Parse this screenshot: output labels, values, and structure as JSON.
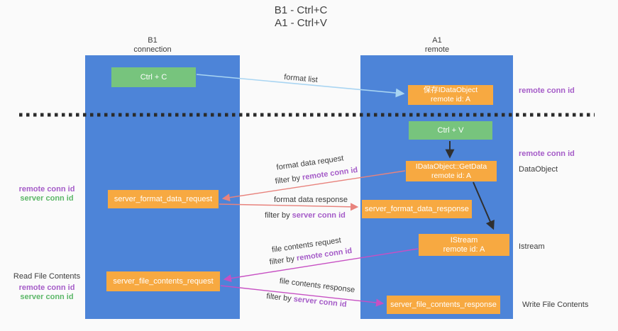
{
  "title": {
    "line1": "B1 - Ctrl+C",
    "line2": "A1 - Ctrl+V"
  },
  "lanes": {
    "left": {
      "name": "B1",
      "role": "connection"
    },
    "right": {
      "name": "A1",
      "role": "remote"
    }
  },
  "nodes": {
    "ctrl_c": {
      "label": "Ctrl + C"
    },
    "ctrl_v": {
      "label": "Ctrl + V"
    },
    "save_idataobject": {
      "line1": "保存IDataObject",
      "line2": "remote id: A"
    },
    "getdata": {
      "line1": "IDataObject::GetData",
      "line2": "remote id: A"
    },
    "istream": {
      "line1": "IStream",
      "line2": "remote id: A"
    },
    "format_request": {
      "label": "server_format_data_request"
    },
    "format_response": {
      "label": "server_format_data_response"
    },
    "file_request": {
      "label": "server_file_contents_request"
    },
    "file_response": {
      "label": "server_file_contents_response"
    }
  },
  "edge_labels": {
    "format_list": "format list",
    "format_data_request": "format data request",
    "format_data_response": "format data response",
    "file_contents_request": "file contents request",
    "file_contents_response": "file contents response",
    "filter_by": "filter by",
    "remote_conn_id": "remote conn id",
    "server_conn_id": "server conn id"
  },
  "side_labels": {
    "remote_conn_id": "remote conn id",
    "server_conn_id": "server conn id",
    "dataobject": "DataObject",
    "istream": "Istream",
    "read_file_contents": "Read File Contents",
    "write_file_contents": "Write File Contents"
  },
  "colors": {
    "bg": "#fafafa",
    "lane": "#4d84d8",
    "orange": "#f7a941",
    "green": "#77c47d",
    "purple": "#a55cc8",
    "leaf": "#5cb768",
    "salmon": "#e8837d",
    "magenta": "#c750c3",
    "sky": "#a9d5f2",
    "ink": "#2f2f2f"
  }
}
